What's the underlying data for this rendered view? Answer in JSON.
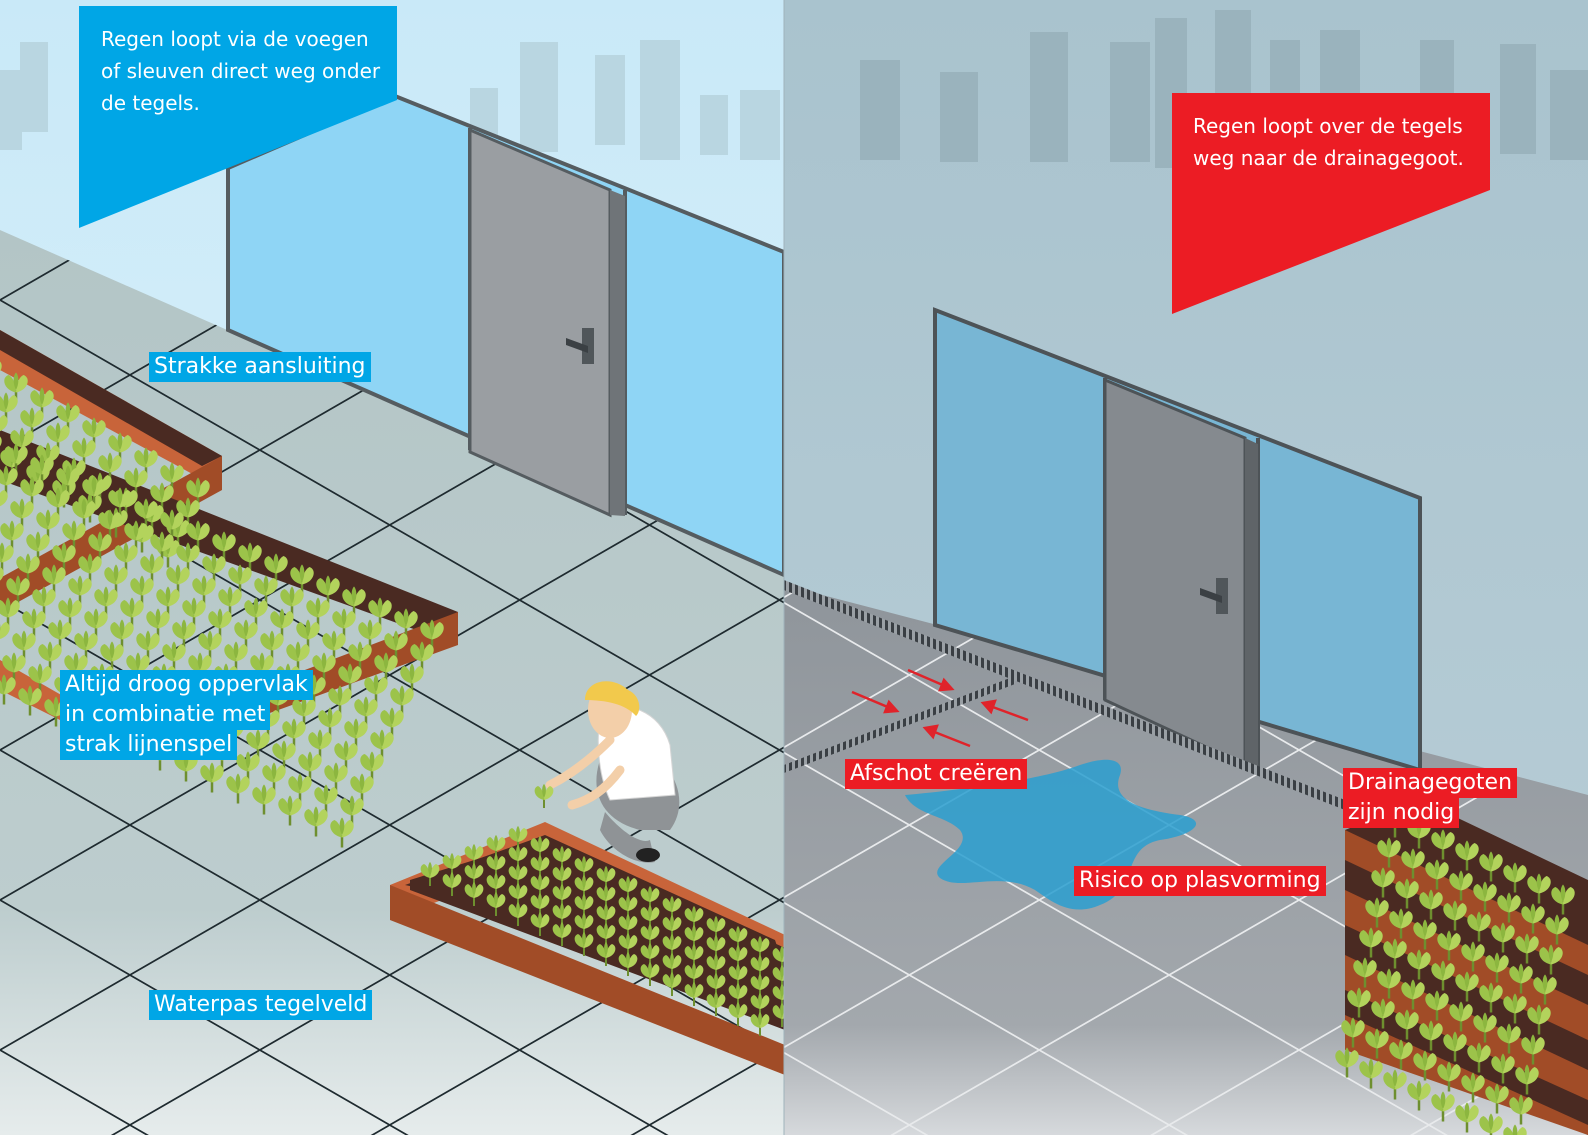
{
  "callouts": {
    "left": "Regen loopt via de voegen of sleuven direct weg onder de tegels.",
    "right": "Regen loopt over de tegels weg naar de drainagegoot."
  },
  "labels": {
    "strakke_aansluiting": "Strakke aansluiting",
    "droog_line1": "Altijd droog oppervlak",
    "droog_line2": "in combinatie met",
    "droog_line3": "strak lijnenspel",
    "waterpas": "Waterpas tegelveld",
    "afschot": "Afschot creëren",
    "plasvorming": "Risico op plasvorming",
    "drainage_line1": "Drainagegoten",
    "drainage_line2": "zijn nodig"
  },
  "colors": {
    "blue_accent": "#00a6e6",
    "red_accent": "#ec1c24",
    "planter": "#c8643a",
    "leaf": "#9cc34a",
    "puddle": "#2a9fd0"
  },
  "icons": [
    "door-handle-icon",
    "arrow-icon",
    "plant-icon",
    "gardener-figure"
  ]
}
